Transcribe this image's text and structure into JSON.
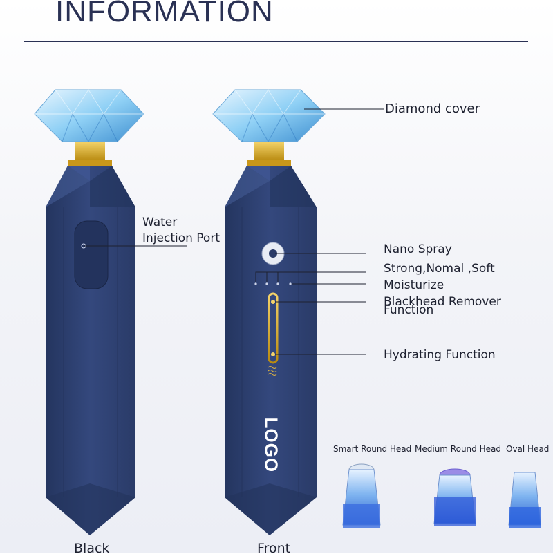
{
  "title": "INFORMATION",
  "callouts": {
    "diamond_cover": "Diamond cover",
    "water": "Water",
    "injection_port": "Injection Port",
    "nano_spray": "Nano Spray",
    "strength": "Strong,Nomal ,Soft",
    "moisturize": "Moisturize",
    "blackhead_line1": "Blackhead Remover",
    "blackhead_line2": "Function",
    "hydrating": "Hydrating Function"
  },
  "device_logo": "LOGO",
  "heads": {
    "smart_round": "Smart Round Head",
    "medium_round": "Medium Round Head",
    "oval": "Oval Head"
  },
  "views": {
    "back": "Black",
    "front": "Front"
  },
  "colors": {
    "body": "#2f4277",
    "accent_gold": "#d4a017",
    "crystal": "#7fc3f0"
  }
}
